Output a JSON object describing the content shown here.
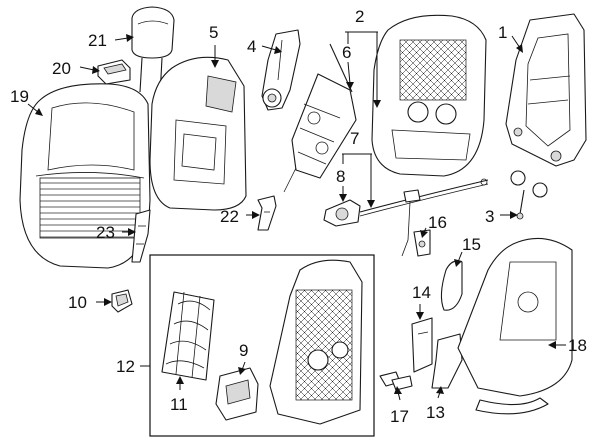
{
  "callouts": {
    "c1": "1",
    "c2": "2",
    "c3": "3",
    "c4": "4",
    "c5": "5",
    "c6": "6",
    "c7": "7",
    "c8": "8",
    "c9": "9",
    "c10": "10",
    "c11": "11",
    "c12": "12",
    "c13": "13",
    "c14": "14",
    "c15": "15",
    "c16": "16",
    "c17": "17",
    "c18": "18",
    "c19": "19",
    "c20": "20",
    "c21": "21",
    "c22": "22",
    "c23": "23"
  },
  "colors": {
    "ink": "#111111",
    "shade": "#d9d9d9",
    "background": "#ffffff"
  }
}
